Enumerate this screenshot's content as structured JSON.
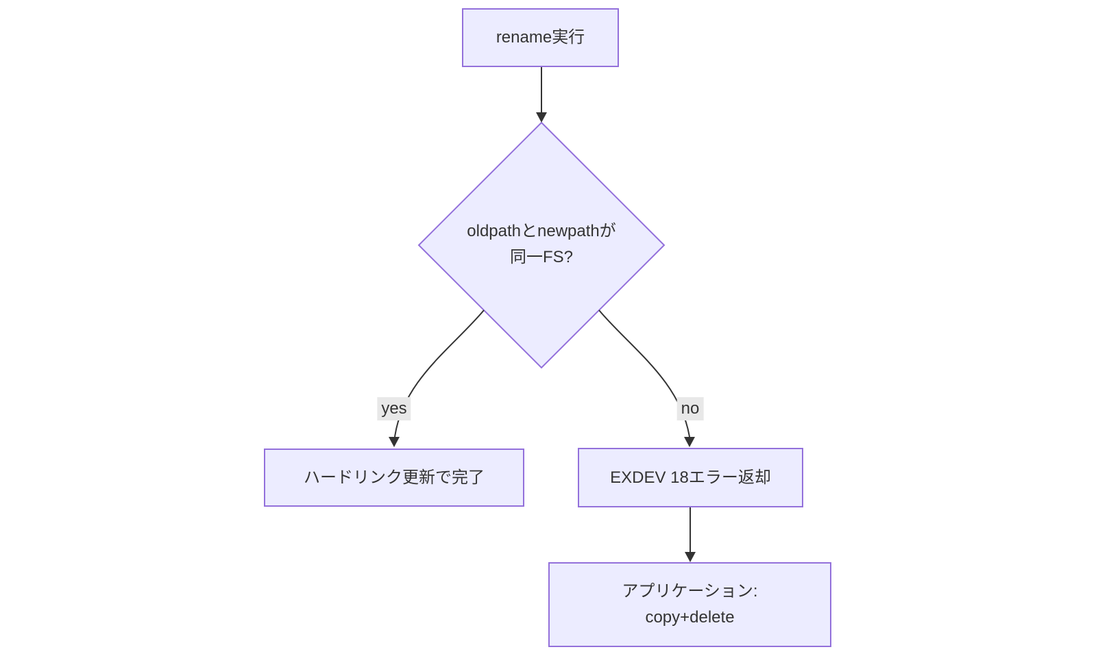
{
  "diagram": {
    "type": "flowchart",
    "direction": "top-down",
    "colors": {
      "background": "#ffffff",
      "node_fill": "#ECECFF",
      "node_border": "#9370DB",
      "edge_stroke": "#333333",
      "text": "#333333",
      "edge_label_background": "#e8e8e8"
    },
    "nodes": {
      "start": {
        "label": "rename実行",
        "shape": "rectangle"
      },
      "decision": {
        "line1": "oldpathとnewpathが",
        "line2": "同一FS?",
        "shape": "diamond"
      },
      "same_fs": {
        "label": "ハードリンク更新で完了",
        "shape": "rectangle"
      },
      "cross_fs": {
        "label": "EXDEV 18エラー返却",
        "shape": "rectangle"
      },
      "app_action": {
        "line1": "アプリケーション:",
        "line2": "copy+delete",
        "shape": "rectangle"
      }
    },
    "edges": [
      {
        "from": "start",
        "to": "decision",
        "label": ""
      },
      {
        "from": "decision",
        "to": "same_fs",
        "label": "yes"
      },
      {
        "from": "decision",
        "to": "cross_fs",
        "label": "no"
      },
      {
        "from": "cross_fs",
        "to": "app_action",
        "label": ""
      }
    ],
    "edge_labels": {
      "yes": "yes",
      "no": "no"
    }
  }
}
